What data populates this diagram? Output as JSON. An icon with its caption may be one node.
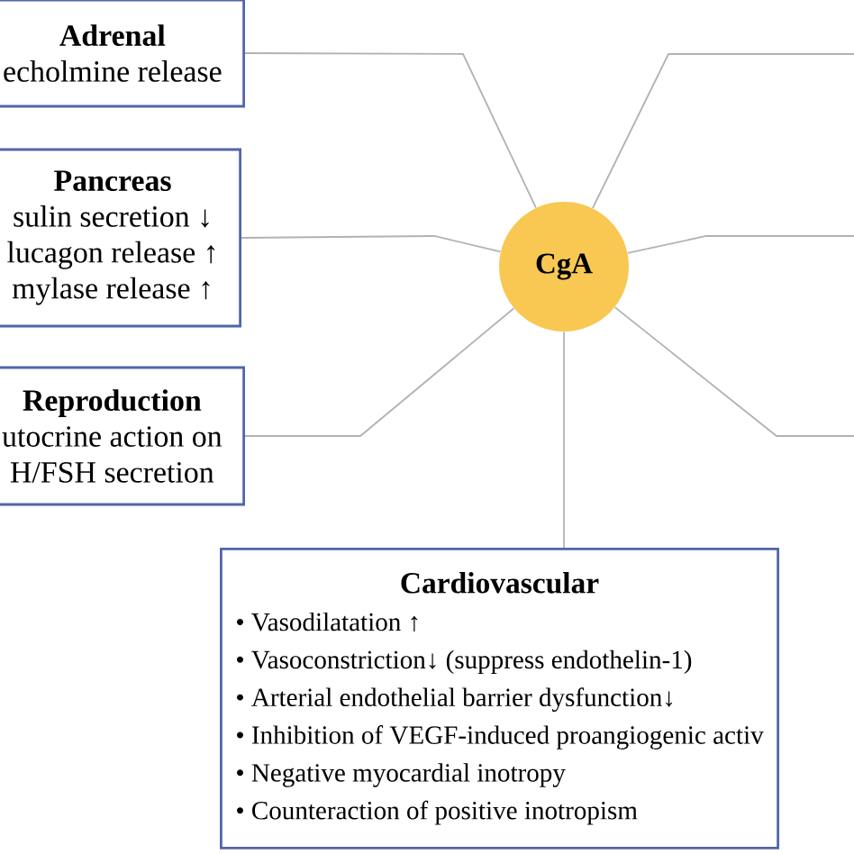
{
  "diagram": {
    "nodes": [
      {
        "text": [
          "Adrenal",
          "echolmine release"
        ]
      },
      {
        "text": [
          "Pancreas",
          "sulin secretion ↓",
          "lucagon release ↑",
          "mylase release ↑"
        ]
      },
      {
        "text": [
          "CgA"
        ]
      },
      {
        "text": [
          "Reproduction",
          "utocrine action on",
          "H/FSH secretion"
        ]
      },
      {
        "text": [
          "Cardiovascular",
          "• Vasodilatation ↑",
          "• Vasoconstriction↓ (suppress endothelin-1)",
          "• Arterial endothelial barrier dysfunction↓",
          "• Inhibition of VEGF-induced proangiogenic activ",
          "• Negative myocardial inotropy",
          "• Counteraction of positive inotropism"
        ]
      }
    ],
    "edges": [
      {
        "from": 0,
        "to": 2,
        "arrow": "none"
      },
      {
        "from": 1,
        "to": 2,
        "arrow": "none"
      },
      {
        "from": 3,
        "to": 2,
        "arrow": "none"
      },
      {
        "from": 2,
        "to": 4,
        "arrow": "none"
      },
      {
        "from": 2,
        "to": null,
        "arrow": "none"
      },
      {
        "from": 2,
        "to": null,
        "arrow": "none"
      },
      {
        "from": 2,
        "to": null,
        "arrow": "none"
      }
    ]
  }
}
